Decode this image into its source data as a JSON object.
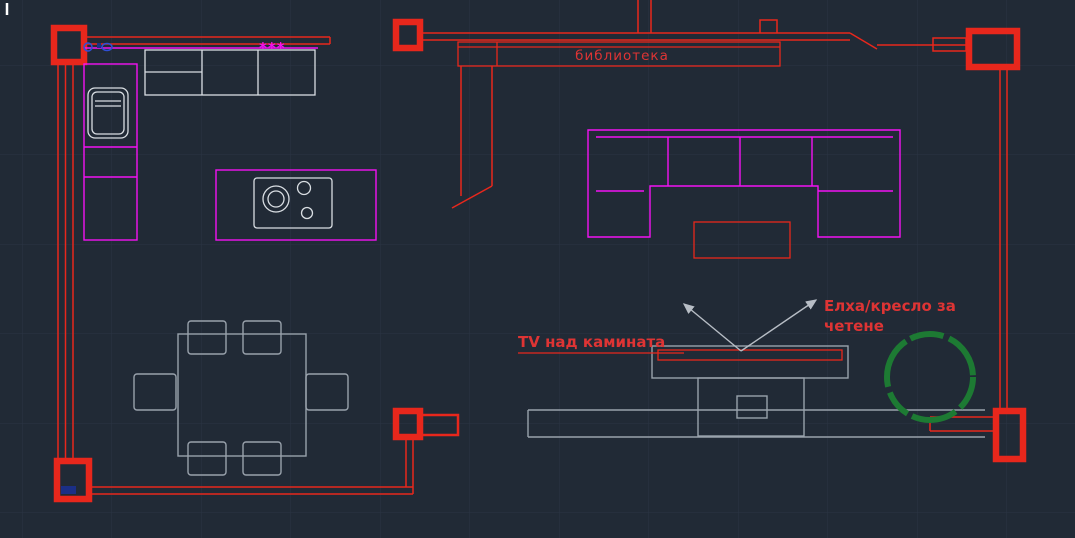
{
  "colors": {
    "bg": "#212a36",
    "grid": "#2a3444",
    "wall": "#e8271c",
    "furniture": "#f312f3",
    "fixture": "#d9dee3",
    "gray": "#99a2ac",
    "arrow": "#b7bdc5",
    "green": "#1d7a33",
    "blue": "#2f4fd6",
    "navy": "#1b2f86",
    "annotation": "#de3434",
    "cursor": "#ffffff"
  },
  "labels": {
    "bookshelf": "библиотека",
    "tv_note": "TV над камината",
    "tree_note_line1": "Елха/кресло за",
    "tree_note_line2": "четене",
    "cooktop_marks": "***"
  }
}
